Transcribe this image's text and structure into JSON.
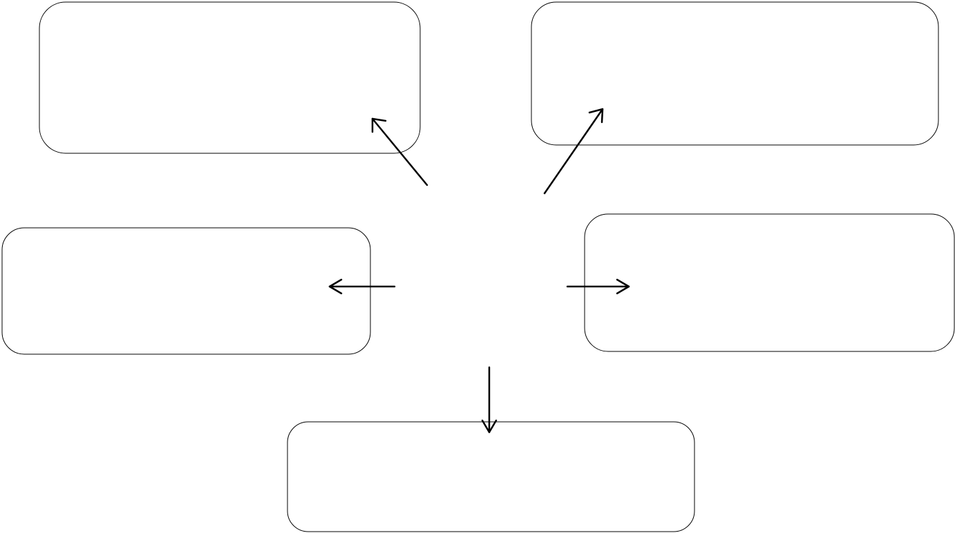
{
  "diagram": {
    "boxes": [
      {
        "id": "top-left",
        "label": ""
      },
      {
        "id": "top-right",
        "label": ""
      },
      {
        "id": "middle-left",
        "label": ""
      },
      {
        "id": "middle-right",
        "label": ""
      },
      {
        "id": "bottom-center",
        "label": ""
      }
    ],
    "center_label": "",
    "colors": {
      "stroke": "#000000",
      "background": "#ffffff"
    }
  }
}
